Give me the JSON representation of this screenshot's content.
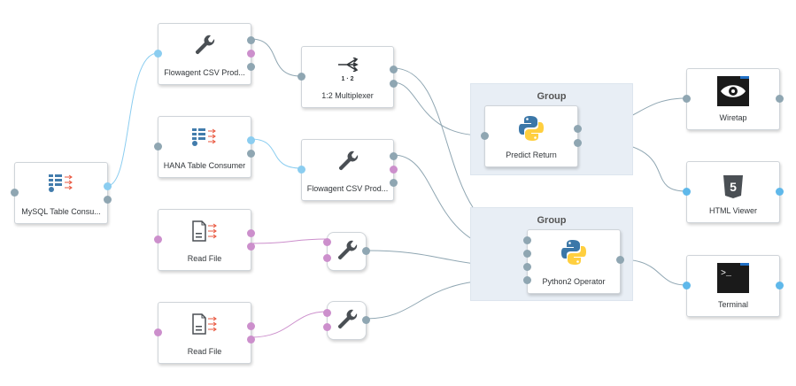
{
  "groups": [
    {
      "id": "g1",
      "label": "Group"
    },
    {
      "id": "g2",
      "label": "Group"
    }
  ],
  "nodes": {
    "mysql": {
      "label": "MySQL Table Consu...",
      "icon": "table-consumer-icon"
    },
    "flowagent1": {
      "label": "Flowagent CSV Prod...",
      "icon": "wrench-icon"
    },
    "hana": {
      "label": "HANA Table Consumer",
      "icon": "table-consumer-icon"
    },
    "flowagent2": {
      "label": "Flowagent CSV Prod...",
      "icon": "wrench-icon"
    },
    "readfile1": {
      "label": "Read File",
      "icon": "read-file-icon"
    },
    "readfile2": {
      "label": "Read File",
      "icon": "read-file-icon"
    },
    "wrench1": {
      "icon": "wrench-icon"
    },
    "wrench2": {
      "icon": "wrench-icon"
    },
    "multiplexer": {
      "label": "1:2 Multiplexer",
      "icon": "multiplexer-icon",
      "icon_text": "1 · 2"
    },
    "predict": {
      "label": "Predict Return",
      "icon": "python-icon"
    },
    "python2": {
      "label": "Python2 Operator",
      "icon": "python-icon"
    },
    "wiretap": {
      "label": "Wiretap",
      "icon": "eye-icon"
    },
    "html": {
      "label": "HTML Viewer",
      "icon": "html5-icon",
      "icon_text": "5"
    },
    "terminal": {
      "label": "Terminal",
      "icon": "terminal-icon",
      "icon_text": ">_"
    }
  },
  "colors": {
    "wire_grey": "#8fa6b2",
    "wire_pink": "#cc8fcc",
    "wire_blue": "#5fb8ea",
    "group_bg": "#e8eef5"
  }
}
